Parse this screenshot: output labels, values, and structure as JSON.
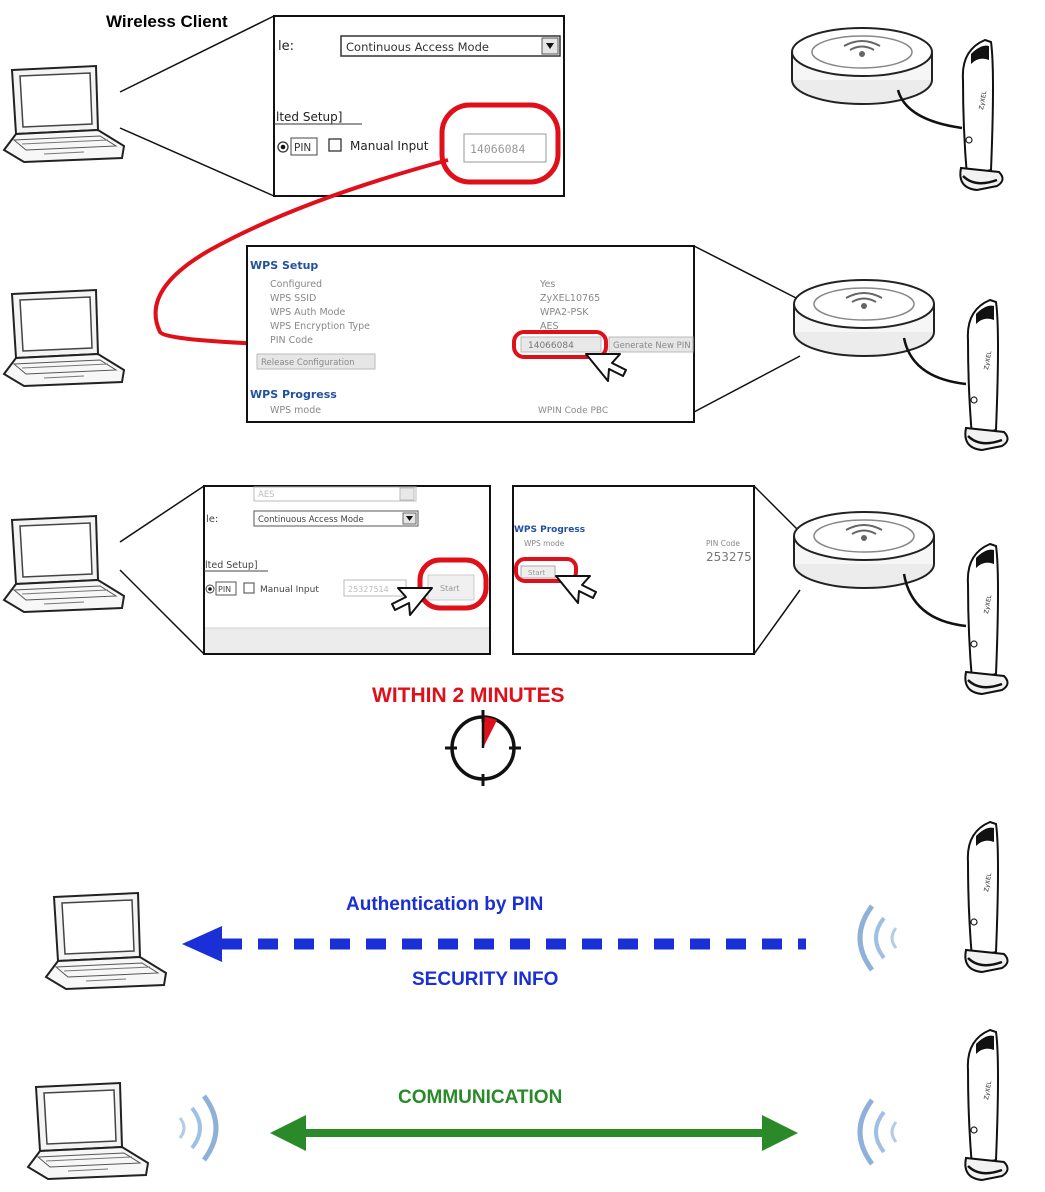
{
  "labels": {
    "wireless_client": "Wireless Client",
    "within_2_minutes": "WITHIN 2 MINUTES",
    "authentication_by_pin": "Authentication by PIN",
    "security_info": "SECURITY INFO",
    "communication": "COMMUNICATION"
  },
  "client_panel_1": {
    "mode_label": "le:",
    "mode_value": "Continuous Access Mode",
    "section": "lted Setup]",
    "pin_option": "PIN",
    "manual_option": "Manual Input",
    "pin_value": "14066084"
  },
  "ap_panel": {
    "wps_setup_title": "WPS Setup",
    "rows": [
      {
        "label": "Configured",
        "value": "Yes"
      },
      {
        "label": "WPS SSID",
        "value": "ZyXEL10765"
      },
      {
        "label": "WPS Auth Mode",
        "value": "WPA2-PSK"
      },
      {
        "label": "WPS Encryption Type",
        "value": "AES"
      },
      {
        "label": "PIN Code",
        "value": "14066084"
      }
    ],
    "release_config": "Release Configuration",
    "generate_btn": "Generate New PIN",
    "wps_progress_title": "WPS Progress",
    "wps_mode_label": "WPS mode",
    "wps_mode_value": "WPIN Code    PBC"
  },
  "client_panel_2": {
    "top_field": "AES",
    "mode_label": "le:",
    "mode_value": "Continuous Access Mode",
    "section": "lted Setup]",
    "pin_option": "PIN",
    "manual_option": "Manual Input",
    "pin_value": "25327514",
    "start_btn": "Start"
  },
  "ap_panel_2": {
    "title": "WPS Progress",
    "wps_mode_label": "WPS mode",
    "pin_label": "PIN Code",
    "pin_value": "253275",
    "start_btn": "Start"
  },
  "colors": {
    "highlight_red": "#e0101a",
    "auth_blue": "#1a2fd6",
    "comm_green": "#2a8a2a",
    "panel_link": "#2050a0"
  }
}
